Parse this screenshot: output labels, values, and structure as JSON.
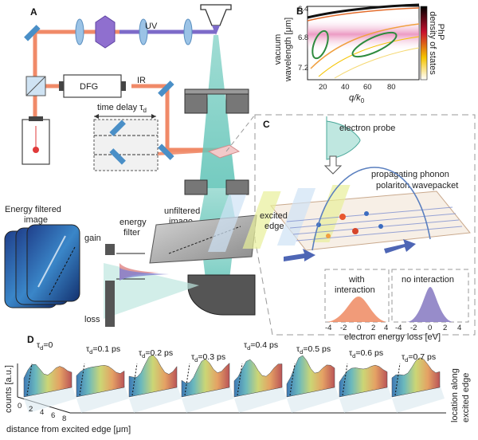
{
  "panels": {
    "a": "A",
    "b": "B",
    "c": "C",
    "d": "D"
  },
  "setup": {
    "uv_label": "UV",
    "dfg_label": "DFG",
    "ir_label": "IR",
    "time_delay_label": "time delay τ",
    "time_delay_sub": "d",
    "energy_filtered_line1": "Energy filtered",
    "energy_filtered_line2": "image",
    "energy_filter_line1": "energy",
    "energy_filter_line2": "filter",
    "gain_label": "gain",
    "loss_label": "loss",
    "unfiltered_line1": "unfiltered",
    "unfiltered_line2": "image"
  },
  "chart_data": {
    "type": "heatmap",
    "title": "",
    "xlabel": "q/k",
    "xlabel_sub": "0",
    "ylabel_line1": "vacuum",
    "ylabel_line2": "wavelength [μm]",
    "x_ticks": [
      "20",
      "40",
      "60",
      "80"
    ],
    "y_ticks": [
      "6.4",
      "6.8",
      "7.2"
    ],
    "xlim": [
      0,
      100
    ],
    "ylim": [
      6.3,
      7.4
    ],
    "colorbar_label_line1": "PhP",
    "colorbar_label_line2": "density of states",
    "colors": {
      "high": "#000000",
      "mid": "#d8142a",
      "low": "#f5c400",
      "min": "#ffffff"
    }
  },
  "panel_c": {
    "electron_probe": "electron probe",
    "wavepacket_line1": "propagating phonon",
    "wavepacket_line2": "polariton wavepacket",
    "excited_line1": "excited",
    "excited_line2": "edge",
    "with_interaction_line1": "with",
    "with_interaction_line2": "interaction",
    "no_interaction": "no interaction",
    "x_ticks": [
      "-4",
      "-2",
      "0",
      "2",
      "4"
    ],
    "xlabel": "electron energy loss [eV]",
    "colors": {
      "with": "#ef8a62",
      "without": "#8c7fc4"
    }
  },
  "panel_d": {
    "ylabel": "counts [a.u.]",
    "xlabel": "distance from excited edge [μm]",
    "x_ticks": [
      "0",
      "2",
      "4",
      "6",
      "8"
    ],
    "side_label_line1": "location along",
    "side_label_line2": "excited edge",
    "delays": [
      {
        "prefix": "τ",
        "sub": "d",
        "value": "=0"
      },
      {
        "prefix": "τ",
        "sub": "d",
        "value": "=0.1 ps"
      },
      {
        "prefix": "τ",
        "sub": "d",
        "value": "=0.2 ps"
      },
      {
        "prefix": "τ",
        "sub": "d",
        "value": "=0.3 ps"
      },
      {
        "prefix": "τ",
        "sub": "d",
        "value": "=0.4 ps"
      },
      {
        "prefix": "τ",
        "sub": "d",
        "value": "=0.5 ps"
      },
      {
        "prefix": "τ",
        "sub": "d",
        "value": "=0.6 ps"
      },
      {
        "prefix": "τ",
        "sub": "d",
        "value": "=0.7 ps"
      }
    ]
  }
}
